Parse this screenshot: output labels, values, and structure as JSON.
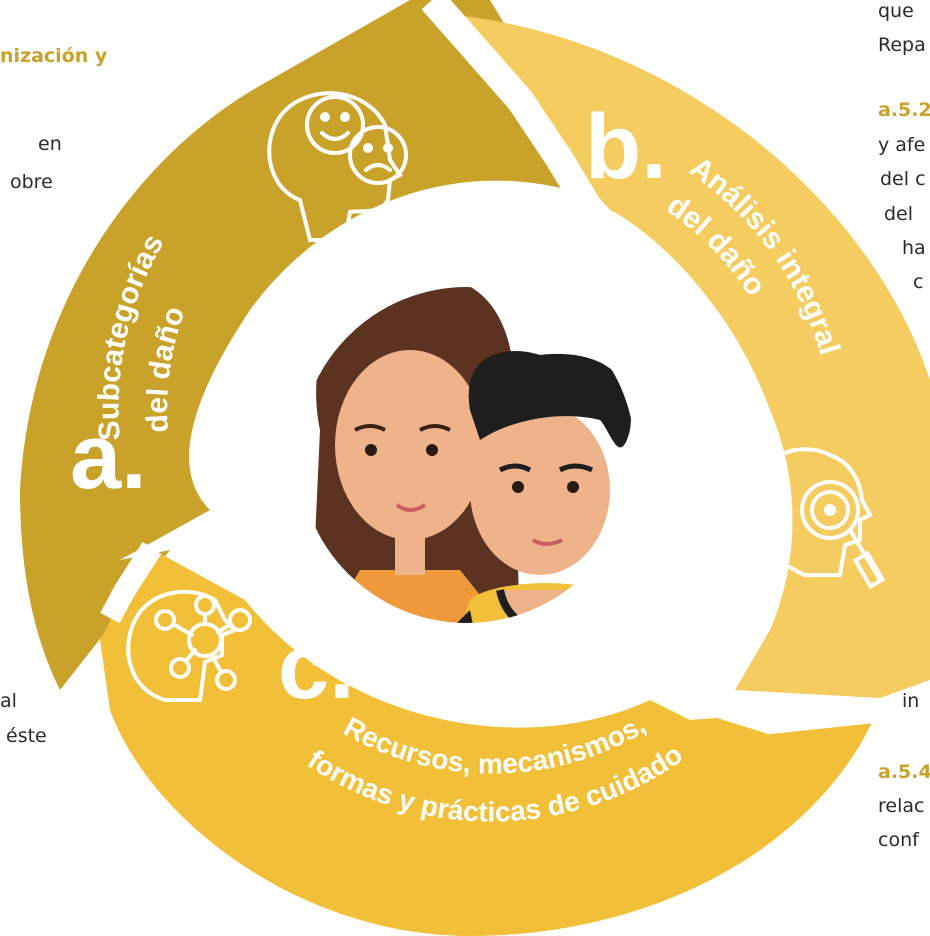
{
  "colors": {
    "segment_a": "#c9a22a",
    "segment_b": "#f5cc60",
    "segment_c": "#f1c038",
    "text_gold": "#c9a22a",
    "text_dark": "#2a2a2a",
    "white": "#ffffff"
  },
  "segments": {
    "a": {
      "letter": "a.",
      "title_line1": "Subcategorías",
      "title_line2": "del daño",
      "icon": "head-emotions-icon"
    },
    "b": {
      "letter": "b.",
      "title_line1": "Análisis integral",
      "title_line2": "del daño",
      "icon": "head-magnifier-icon"
    },
    "c": {
      "letter": "c.",
      "title_line1": "Recursos, mecanismos,",
      "title_line2": "formas y prácticas de cuidado",
      "icon": "head-network-icon"
    }
  },
  "center_image": {
    "icon": "two-people-portrait-icon"
  },
  "side_text": {
    "left": [
      "nización y",
      "en",
      "obre",
      "al",
      "éste"
    ],
    "right": [
      "que",
      "Repa",
      "a.5.2",
      "y afe",
      "del c",
      "del",
      "ha",
      "c",
      "in",
      "a.5.4",
      "relac",
      "conf"
    ]
  }
}
